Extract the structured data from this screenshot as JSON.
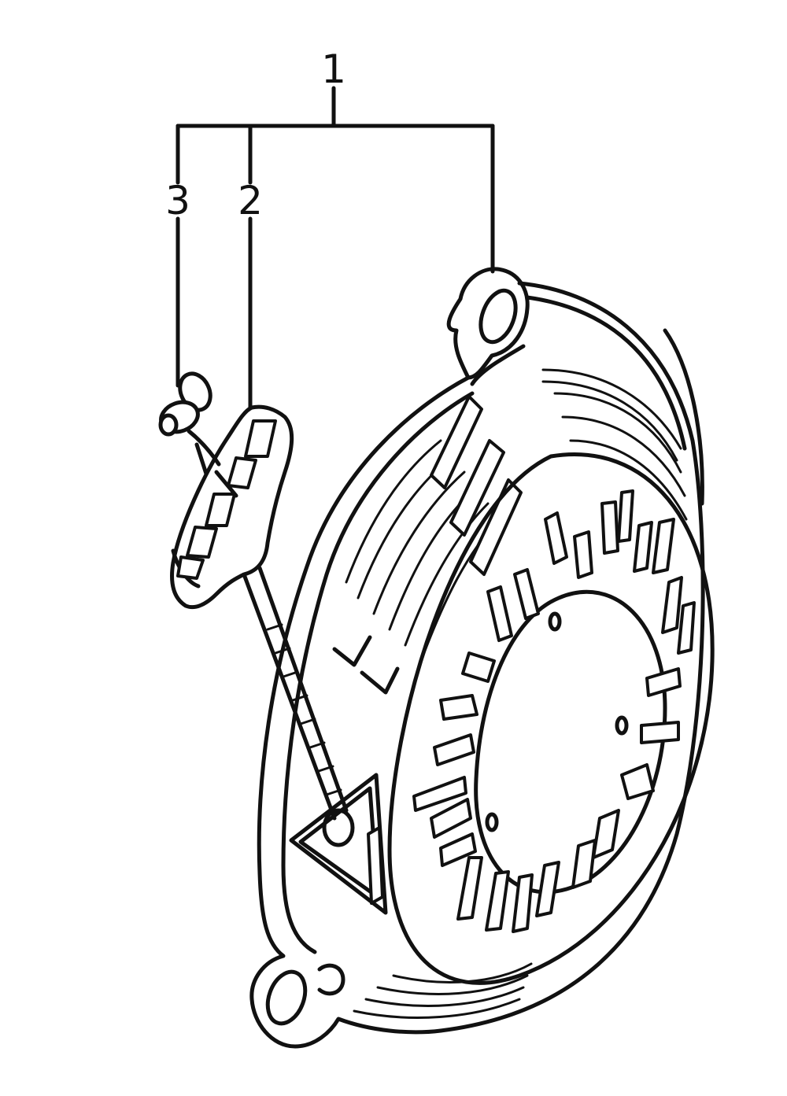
{
  "callouts": {
    "assembly": "1",
    "grip": "2",
    "clip": "3"
  },
  "parts": [
    {
      "callout": "1",
      "icon": "recoil-starter-housing-icon"
    },
    {
      "callout": "2",
      "icon": "starter-grip-icon"
    },
    {
      "callout": "3",
      "icon": "rope-clip-icon"
    }
  ],
  "colors": {
    "line": "#111111",
    "background": "#ffffff"
  }
}
